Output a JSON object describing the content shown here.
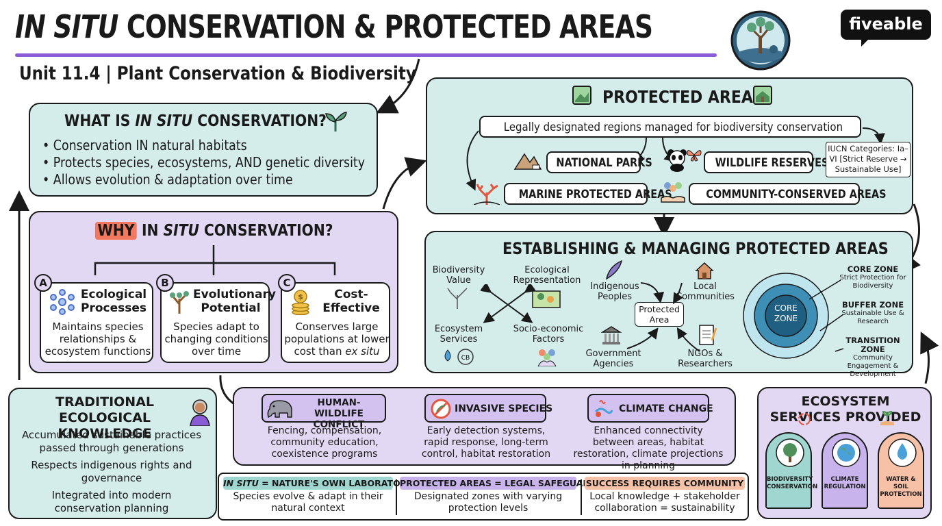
{
  "header": {
    "title_italic": "IN SITU",
    "title_rest": " CONSERVATION & PROTECTED AREAS",
    "subtitle": "Unit 11.4 | Plant Conservation & Biodiversity",
    "brand": "fiveable"
  },
  "what_is": {
    "title_pre": "WHAT IS ",
    "title_italic": "IN SITU",
    "title_post": " CONSERVATION?",
    "bullets": [
      "Conservation IN natural habitats",
      "Protects species, ecosystems, AND genetic diversity",
      "Allows evolution & adaptation over time"
    ]
  },
  "why": {
    "title_highlight": "WHY",
    "title_pre": " IN ",
    "title_italic": "SITU",
    "title_post": " CONSERVATION?",
    "cards": [
      {
        "letter": "A",
        "title": "Ecological Processes",
        "text": "Maintains species relationships & ecosystem functions"
      },
      {
        "letter": "B",
        "title": "Evolutionary Potential",
        "text": "Species adapt to changing conditions over time"
      },
      {
        "letter": "C",
        "title": "Cost-Effective",
        "text": "Conserves large populations at lower cost than",
        "text_italic": "ex situ"
      }
    ]
  },
  "protected": {
    "title": "PROTECTED AREAS",
    "definition": "Legally designated regions managed for biodiversity conservation",
    "types": [
      "NATIONAL PARKS",
      "WILDLIFE RESERVES",
      "MARINE PROTECTED AREAS",
      "COMMUNITY-CONSERVED AREAS"
    ],
    "iucn": "IUCN Categories: Ia–VI [Strict Reserve → Sustainable Use]"
  },
  "establishing": {
    "title": "ESTABLISHING & MANAGING PROTECTED AREAS",
    "criteria": [
      "Biodiversity Value",
      "Ecological Representation",
      "Ecosystem Services",
      "Socio-economic Factors"
    ],
    "center": "Protected Area",
    "stakeholders": [
      "Indigenous Peoples",
      "Local Communities",
      "Government Agencies",
      "NGOs & Researchers"
    ],
    "zones": [
      {
        "name": "CORE ZONE",
        "desc": "Strict Protection for Biodiversity"
      },
      {
        "name": "BUFFER ZONE",
        "desc": "Sustainable Use & Research"
      },
      {
        "name": "TRANSITION ZONE",
        "desc": "Community Engagement & Development"
      }
    ],
    "core_label": "CORE ZONE"
  },
  "traditional": {
    "title": "TRADITIONAL ECOLOGICAL KNOWLEDGE",
    "items": [
      "Accumulated sustainable practices passed through generations",
      "Respects indigenous rights and governance",
      "Integrated into modern conservation planning"
    ]
  },
  "threats": [
    {
      "title": "HUMAN-WILDLIFE CONFLICT",
      "text": "Fencing, compensation, community education, coexistence programs"
    },
    {
      "title": "INVASIVE SPECIES",
      "text": "Early detection systems, rapid response, long-term control, habitat restoration"
    },
    {
      "title": "CLIMATE CHANGE",
      "text": "Enhanced connectivity between areas, habitat restoration, climate projections in planning"
    }
  ],
  "ecosystem_services": {
    "title": "ECOSYSTEM SERVICES PROVIDED",
    "items": [
      "BIODIVERSITY CONSERVATION",
      "CLIMATE REGULATION",
      "WATER & SOIL PROTECTION"
    ]
  },
  "summary": [
    {
      "title_italic": "IN SITU",
      "title_rest": " = NATURE'S OWN LABORATORY",
      "text": "Species evolve & adapt in their natural context",
      "color": "#9fd6d0"
    },
    {
      "title_italic": "",
      "title_rest": "PROTECTED AREAS = LEGAL SAFEGUARDS",
      "text": "Designated zones with varying protection levels",
      "color": "#c9b3ec"
    },
    {
      "title_italic": "",
      "title_rest": "SUCCESS REQUIRES COMMUNITY",
      "text": "Local knowledge + stakeholder collaboration = sustainability",
      "color": "#f7c1a8"
    }
  ],
  "colors": {
    "teal": "#d4ecea",
    "lavender": "#e3d8f3",
    "purple_accent": "#8a5cd6",
    "highlight_red": "#f2795f"
  }
}
